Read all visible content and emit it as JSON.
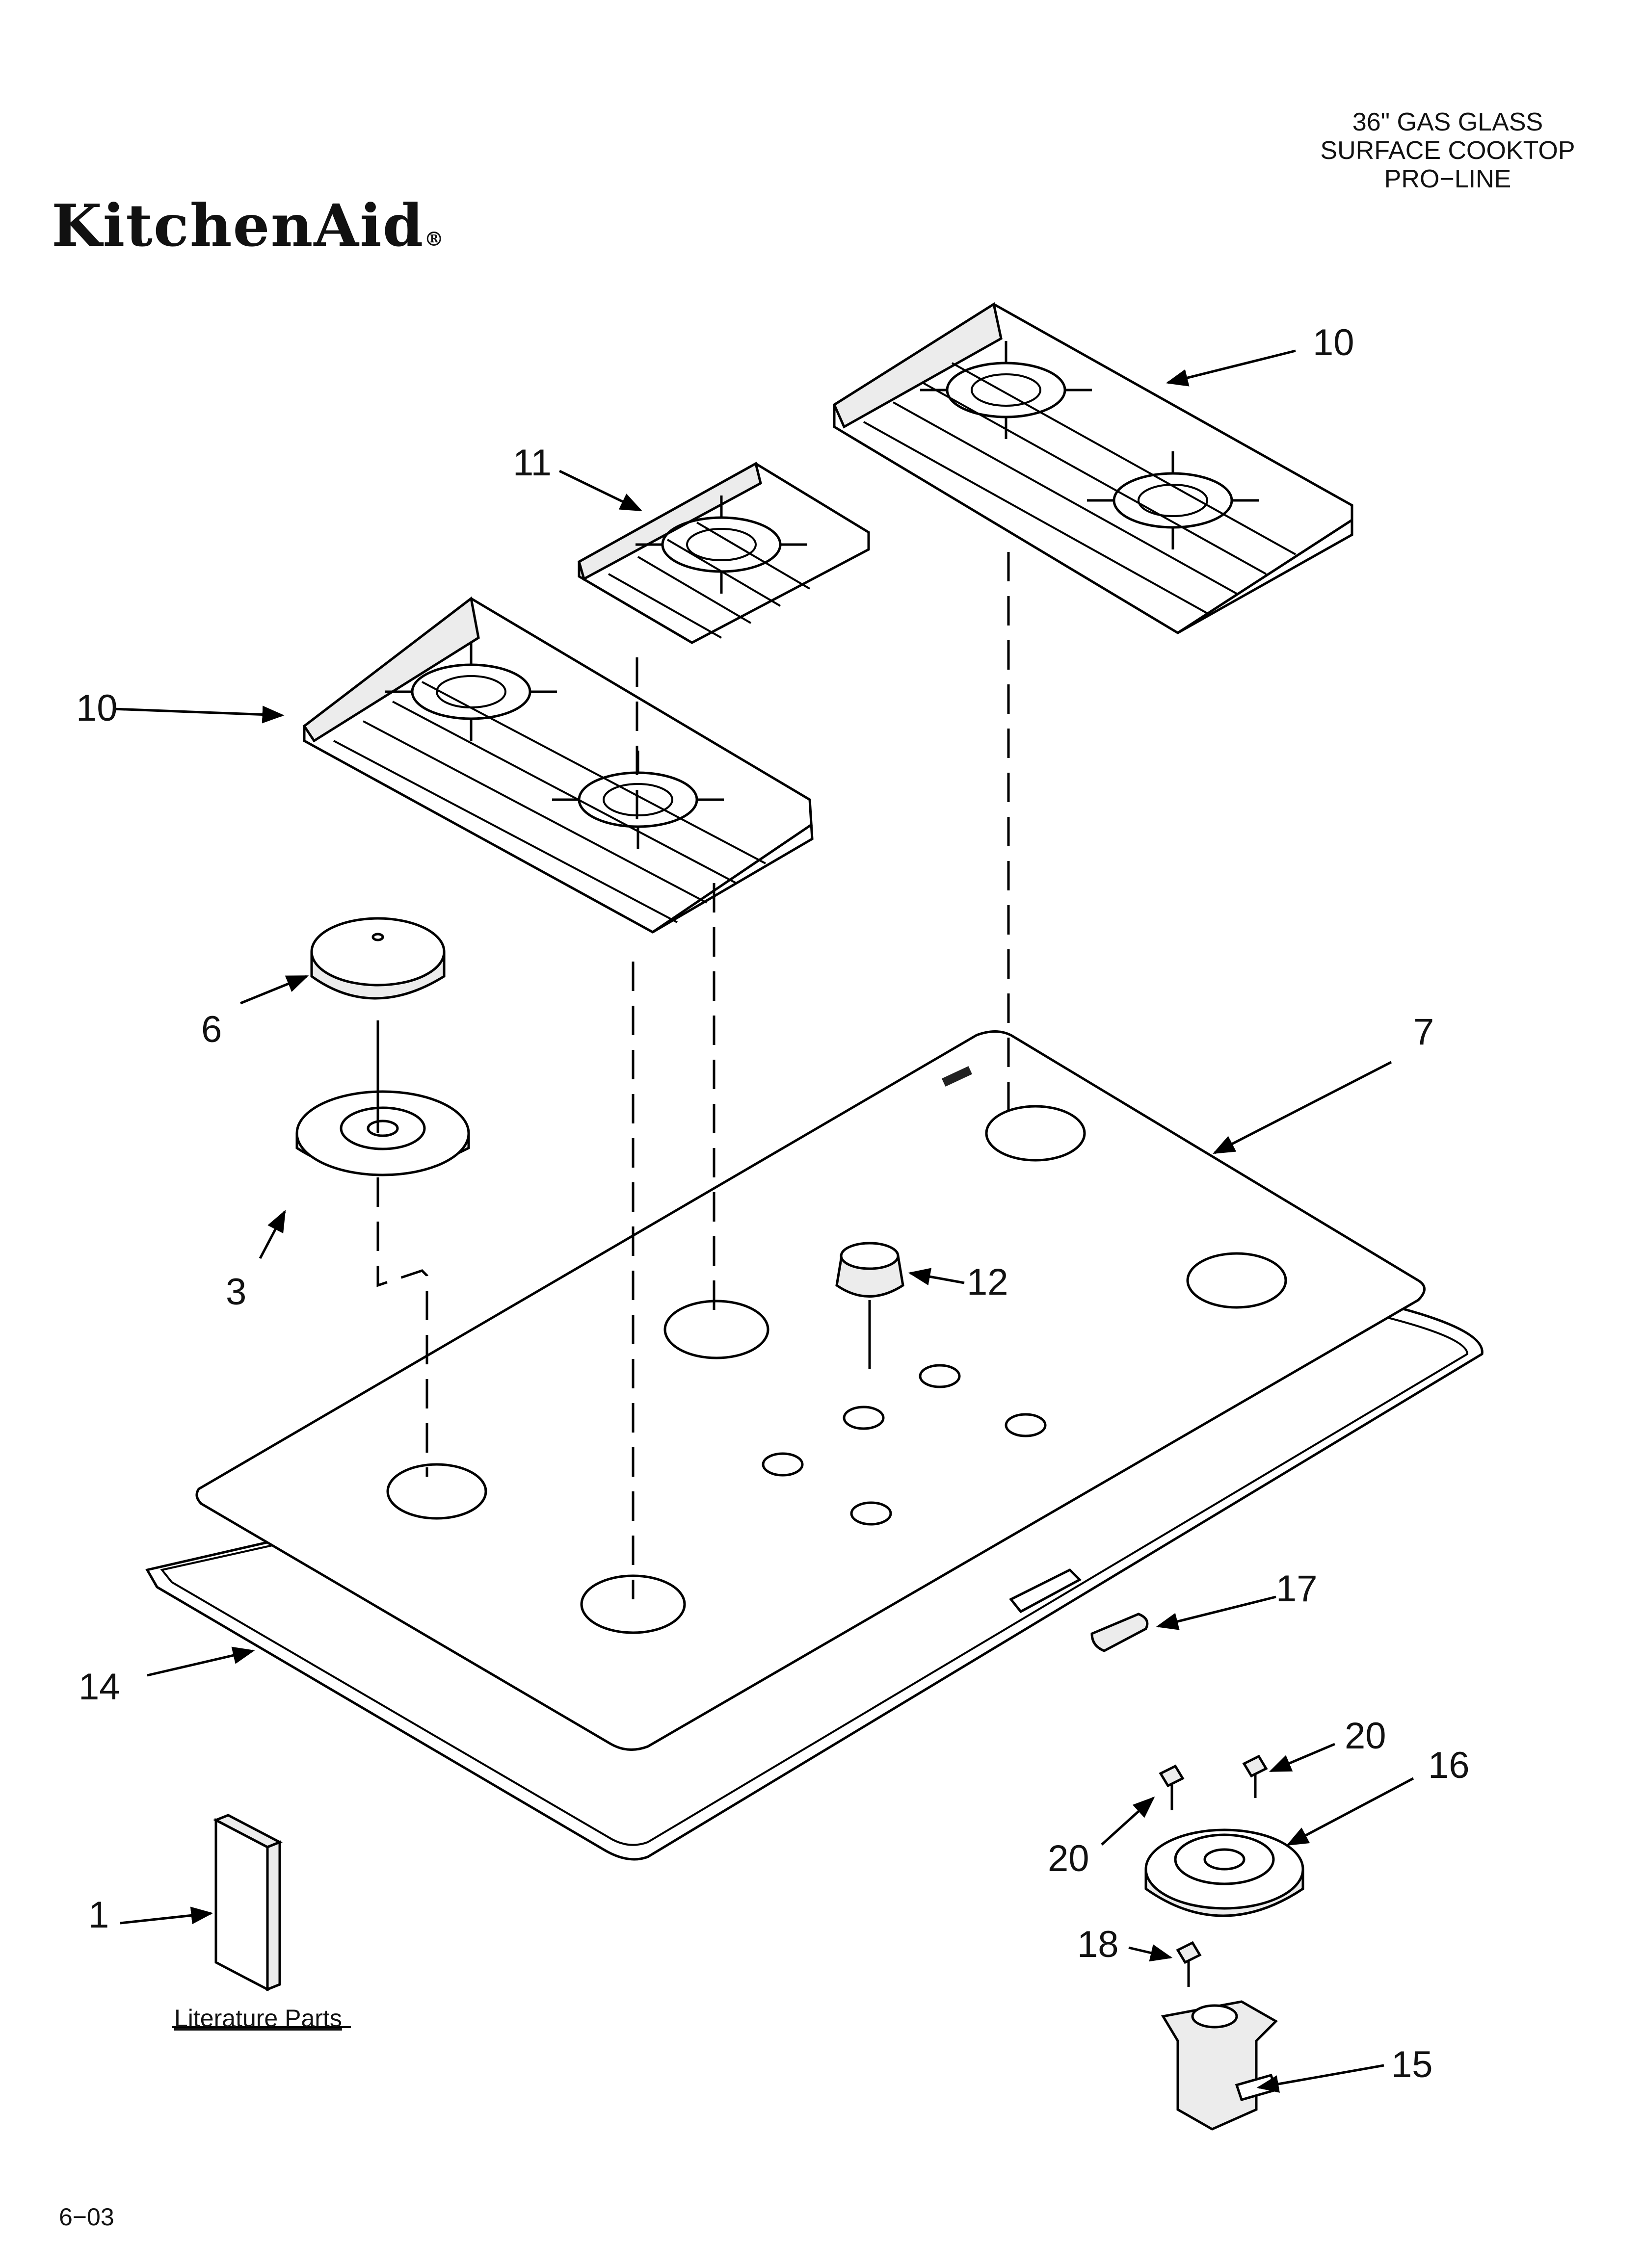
{
  "brand": {
    "name": "KitchenAid",
    "registered_mark": "®"
  },
  "title_block": {
    "line1": "36\" GAS GLASS",
    "line2": "SURFACE COOKTOP",
    "line3": "PRO−LINE"
  },
  "part_labels": {
    "p1": "1",
    "p3": "3",
    "p6": "6",
    "p7": "7",
    "p10a": "10",
    "p10b": "10",
    "p11": "11",
    "p12": "12",
    "p14": "14",
    "p15": "15",
    "p16": "16",
    "p17": "17",
    "p18": "18",
    "p20a": "20",
    "p20b": "20"
  },
  "literature_label": "Literature Parts",
  "footer": {
    "date_code": "6−03"
  }
}
